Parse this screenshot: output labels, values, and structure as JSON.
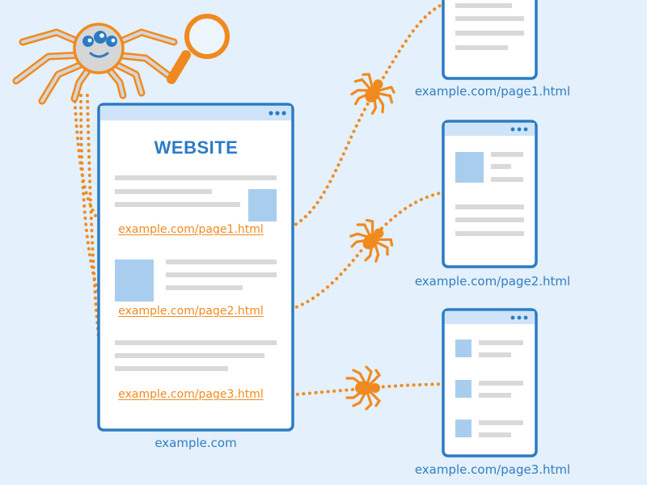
{
  "website": {
    "title": "WEBSITE",
    "domain": "example.com",
    "links": [
      "example.com/page1.html",
      "example.com/page2.html",
      "example.com/page3.html"
    ]
  },
  "pages": [
    {
      "url": "example.com/page1.html"
    },
    {
      "url": "example.com/page2.html"
    },
    {
      "url": "example.com/page3.html"
    }
  ],
  "icons": {
    "crawler": "spider-robot-icon",
    "search": "magnifier-icon",
    "bug": "spider-icon"
  },
  "colors": {
    "background": "#e4f0fb",
    "accent": "#f08a1e",
    "primary": "#2b7bc4",
    "panel": "#ffffff",
    "header": "#cfe4f8",
    "placeholder": "#d9d9d9",
    "image": "#a9cdee"
  }
}
